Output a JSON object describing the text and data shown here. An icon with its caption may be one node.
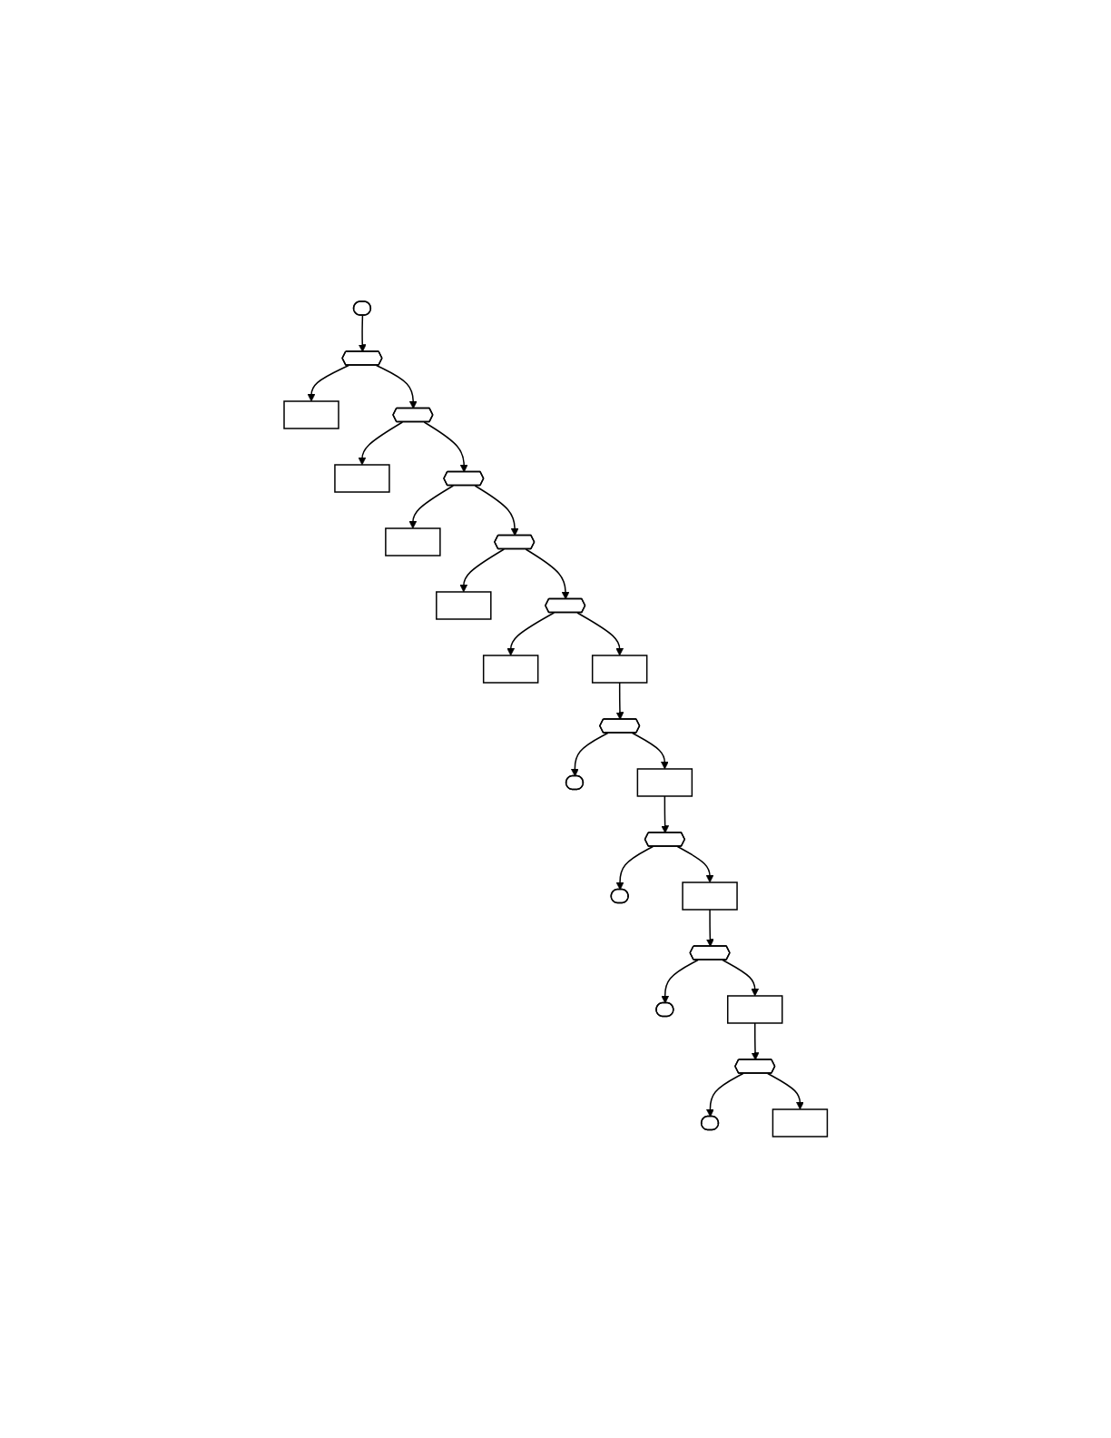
{
  "diagram": {
    "nodes": [
      {
        "text": [],
        "shape": "ellipse"
      },
      {
        "text": [],
        "shape": "hexagon"
      },
      {
        "text": [],
        "shape": "box"
      },
      {
        "text": [],
        "shape": "hexagon"
      },
      {
        "text": [],
        "shape": "box"
      },
      {
        "text": [],
        "shape": "hexagon"
      },
      {
        "text": [],
        "shape": "box"
      },
      {
        "text": [],
        "shape": "hexagon"
      },
      {
        "text": [],
        "shape": "box"
      },
      {
        "text": [],
        "shape": "hexagon"
      },
      {
        "text": [],
        "shape": "box"
      },
      {
        "text": [],
        "shape": "box"
      },
      {
        "text": [],
        "shape": "hexagon"
      },
      {
        "text": [],
        "shape": "ellipse"
      },
      {
        "text": [],
        "shape": "box"
      },
      {
        "text": [],
        "shape": "hexagon"
      },
      {
        "text": [],
        "shape": "ellipse"
      },
      {
        "text": [],
        "shape": "box"
      },
      {
        "text": [],
        "shape": "hexagon"
      },
      {
        "text": [],
        "shape": "ellipse"
      },
      {
        "text": [],
        "shape": "box"
      },
      {
        "text": [],
        "shape": "hexagon"
      },
      {
        "text": [],
        "shape": "ellipse"
      },
      {
        "text": [],
        "shape": "box"
      }
    ],
    "edges": [
      {
        "from": 0,
        "to": 1,
        "arrow": "to"
      },
      {
        "from": 1,
        "to": 2,
        "arrow": "to"
      },
      {
        "from": 1,
        "to": 3,
        "arrow": "to"
      },
      {
        "from": 3,
        "to": 4,
        "arrow": "to"
      },
      {
        "from": 3,
        "to": 5,
        "arrow": "to"
      },
      {
        "from": 5,
        "to": 6,
        "arrow": "to"
      },
      {
        "from": 5,
        "to": 7,
        "arrow": "to"
      },
      {
        "from": 7,
        "to": 8,
        "arrow": "to"
      },
      {
        "from": 7,
        "to": 9,
        "arrow": "to"
      },
      {
        "from": 9,
        "to": 10,
        "arrow": "to"
      },
      {
        "from": 9,
        "to": 11,
        "arrow": "to"
      },
      {
        "from": 11,
        "to": 12,
        "arrow": "to"
      },
      {
        "from": 12,
        "to": 13,
        "arrow": "to"
      },
      {
        "from": 12,
        "to": 14,
        "arrow": "to"
      },
      {
        "from": 14,
        "to": 15,
        "arrow": "to"
      },
      {
        "from": 15,
        "to": 16,
        "arrow": "to"
      },
      {
        "from": 15,
        "to": 17,
        "arrow": "to"
      },
      {
        "from": 17,
        "to": 18,
        "arrow": "to"
      },
      {
        "from": 18,
        "to": 19,
        "arrow": "to"
      },
      {
        "from": 18,
        "to": 20,
        "arrow": "to"
      },
      {
        "from": 20,
        "to": 21,
        "arrow": "to"
      },
      {
        "from": 21,
        "to": 22,
        "arrow": "to"
      },
      {
        "from": 21,
        "to": 23,
        "arrow": "to"
      }
    ]
  }
}
